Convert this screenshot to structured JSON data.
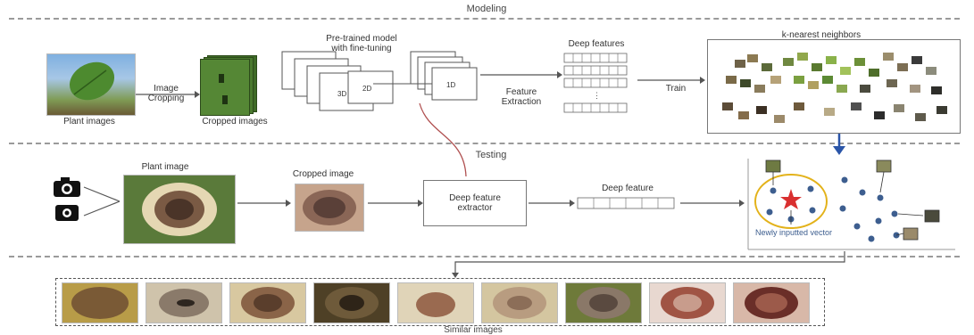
{
  "sections": {
    "modeling": "Modeling",
    "testing": "Testing"
  },
  "modeling": {
    "plant_images": "Plant images",
    "image_cropping": "Image Cropping",
    "cropped_images": "Cropped images",
    "pretrained_model": "Pre-trained model with fine-tuning",
    "deep_features": "Deep features",
    "feature_extraction": "Feature Extraction",
    "train": "Train",
    "knn": "k-nearest neighbors"
  },
  "testing": {
    "plant_image": "Plant image",
    "cropped_image": "Cropped image",
    "deep_feature_extractor": "Deep feature extractor",
    "deep_feature": "Deep feature",
    "newly_inputted_vector": "Newly inputted vector"
  },
  "results": {
    "similar_images": "Similar images"
  },
  "colors": {
    "dash": "#9a9a9a",
    "arrow_blue": "#2a55a8",
    "curve_red": "#b05050",
    "knn_circle": "#e3b21a",
    "star_red": "#d93030",
    "dot_blue": "#3d5e8f"
  },
  "icons": [
    "camera-icon",
    "phone-camera-icon"
  ]
}
